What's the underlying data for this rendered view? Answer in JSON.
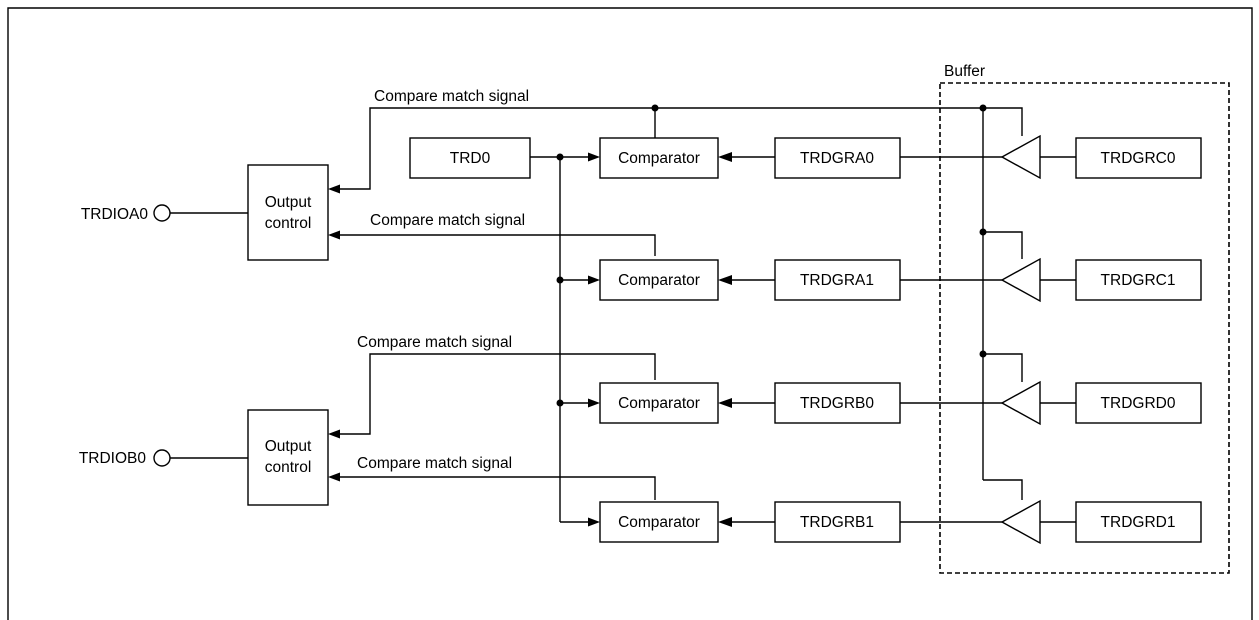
{
  "buffer_label": "Buffer",
  "pins": {
    "a": "TRDIOA0",
    "b": "TRDIOB0"
  },
  "output_control": {
    "a": [
      "Output",
      "control"
    ],
    "b": [
      "Output",
      "control"
    ]
  },
  "counter": "TRD0",
  "comparators": [
    "Comparator",
    "Comparator",
    "Comparator",
    "Comparator"
  ],
  "registers": [
    "TRDGRA0",
    "TRDGRA1",
    "TRDGRB0",
    "TRDGRB1"
  ],
  "buffer_registers": [
    "TRDGRC0",
    "TRDGRC1",
    "TRDGRD0",
    "TRDGRD1"
  ],
  "signals": [
    "Compare match signal",
    "Compare match signal",
    "Compare match signal",
    "Compare match signal"
  ]
}
